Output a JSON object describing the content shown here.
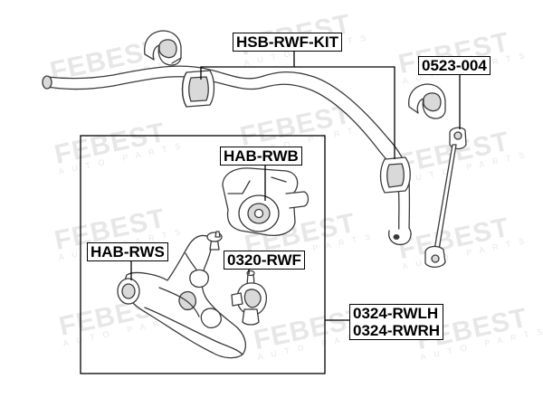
{
  "watermark": {
    "brand": "FEBEST",
    "tagline": "AUTO PARTS"
  },
  "labels": {
    "stabilizer_kit": "HSB-RWF-KIT",
    "stabilizer_link": "0523-004",
    "arm_bushing_rear": "HAB-RWB",
    "arm_bushing_front": "HAB-RWS",
    "ball_joint": "0320-RWF",
    "control_arm_left": "0324-RWLH",
    "control_arm_right": "0324-RWRH"
  },
  "colors": {
    "line": "#000000",
    "part_outline": "#3a3a3a",
    "part_fill": "#ffffff",
    "part_shade": "#d9d9d9",
    "watermark": "#e7e7e7"
  }
}
